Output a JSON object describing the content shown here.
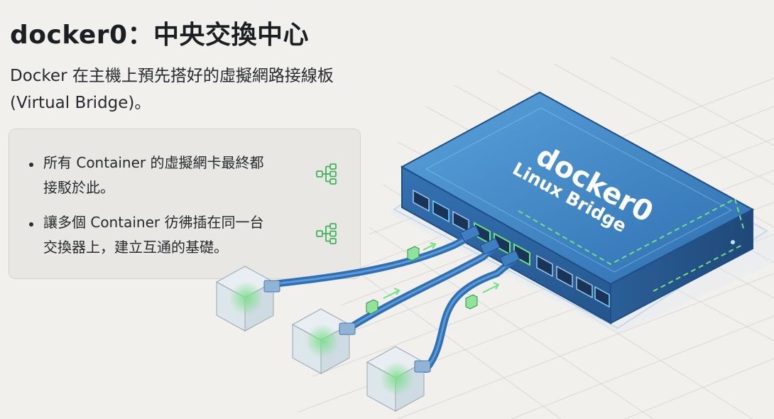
{
  "title": "docker0：中央交換中心",
  "subtitle": {
    "line1": "Docker 在主機上預先搭好的虛擬網路接線板",
    "line2": "(Virtual Bridge)。"
  },
  "bullets": [
    {
      "line1": "所有 Container 的虛擬網卡最終都",
      "line2": "接駁於此。",
      "icon": "network-tree-icon"
    },
    {
      "line1": "讓多個 Container 彷彿插在同一台",
      "line2": "交換器上，建立互通的基礎。",
      "icon": "network-tree-icon"
    }
  ],
  "device": {
    "name": "docker0",
    "label": "Linux Bridge"
  },
  "colors": {
    "background": "#f1f0ec",
    "switch_body": "#3f84c3",
    "cable": "#2f6fb5",
    "accent_green": "#5fd27a",
    "icon_green": "#3fb25a"
  }
}
